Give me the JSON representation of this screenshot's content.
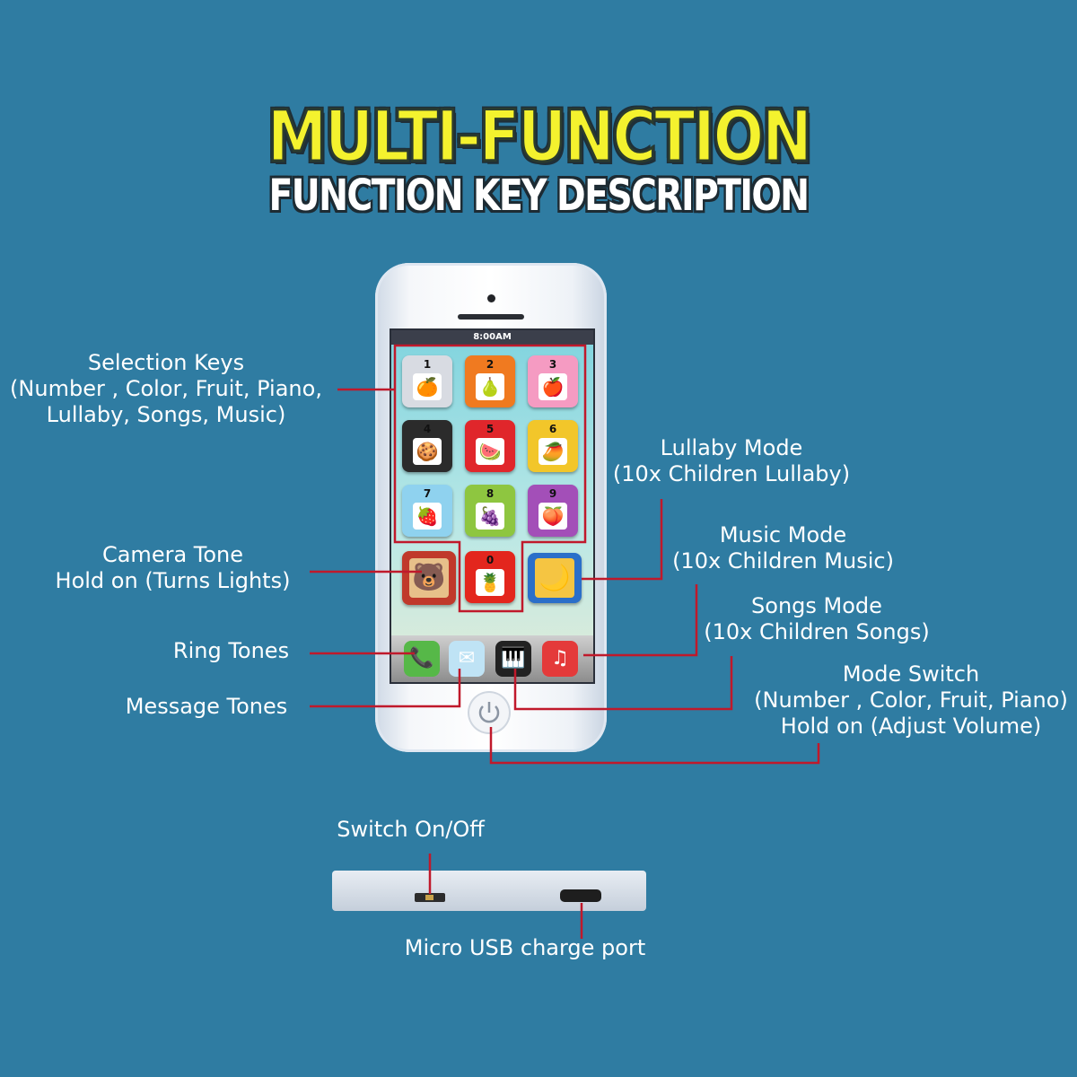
{
  "title": "MULTI-FUNCTION",
  "subtitle": "FUNCTION KEY DESCRIPTION",
  "phone": {
    "status_time": "8:00AM",
    "keys": [
      {
        "num": "1",
        "icon": "orange-icon",
        "glyph": "🍊",
        "color": "#d8dbe2"
      },
      {
        "num": "2",
        "icon": "pear-icon",
        "glyph": "🍐",
        "color": "#f07a20"
      },
      {
        "num": "3",
        "icon": "apple-icon",
        "glyph": "🍎",
        "color": "#f59bc2"
      },
      {
        "num": "4",
        "icon": "cookie-icon",
        "glyph": "🍪",
        "color": "#2b2b2b"
      },
      {
        "num": "5",
        "icon": "watermelon-icon",
        "glyph": "🍉",
        "color": "#e0262b"
      },
      {
        "num": "6",
        "icon": "mango-icon",
        "glyph": "🥭",
        "color": "#f2c62a"
      },
      {
        "num": "7",
        "icon": "strawberry-icon",
        "glyph": "🍓",
        "color": "#8fd2ef"
      },
      {
        "num": "8",
        "icon": "grapes-icon",
        "glyph": "🍇",
        "color": "#8ec640"
      },
      {
        "num": "9",
        "icon": "peach-icon",
        "glyph": "🍑",
        "color": "#a34fb8"
      },
      {
        "num": "0",
        "icon": "pineapple-icon",
        "glyph": "🍍",
        "color": "#e3261d"
      }
    ]
  },
  "labels": {
    "selection_keys": [
      "Selection Keys",
      "(Number , Color, Fruit, Piano,",
      "Lullaby, Songs, Music)"
    ],
    "camera_tone": [
      "Camera Tone",
      "Hold on (Turns Lights)"
    ],
    "ring_tones": "Ring Tones",
    "message_tones": "Message Tones",
    "lullaby_mode": [
      "Lullaby Mode",
      "(10x Children Lullaby)"
    ],
    "music_mode": [
      "Music Mode",
      "(10x Children Music)"
    ],
    "songs_mode": [
      "Songs Mode",
      "(10x Children Songs)"
    ],
    "mode_switch": [
      "Mode Switch",
      "(Number , Color, Fruit, Piano)",
      "Hold on (Adjust Volume)"
    ],
    "switch_on_off": "Switch On/Off",
    "usb_port": "Micro USB charge port"
  },
  "colors": {
    "background": "#2f7ca2",
    "title": "#f4f22e",
    "callout_line": "#c0192b"
  }
}
